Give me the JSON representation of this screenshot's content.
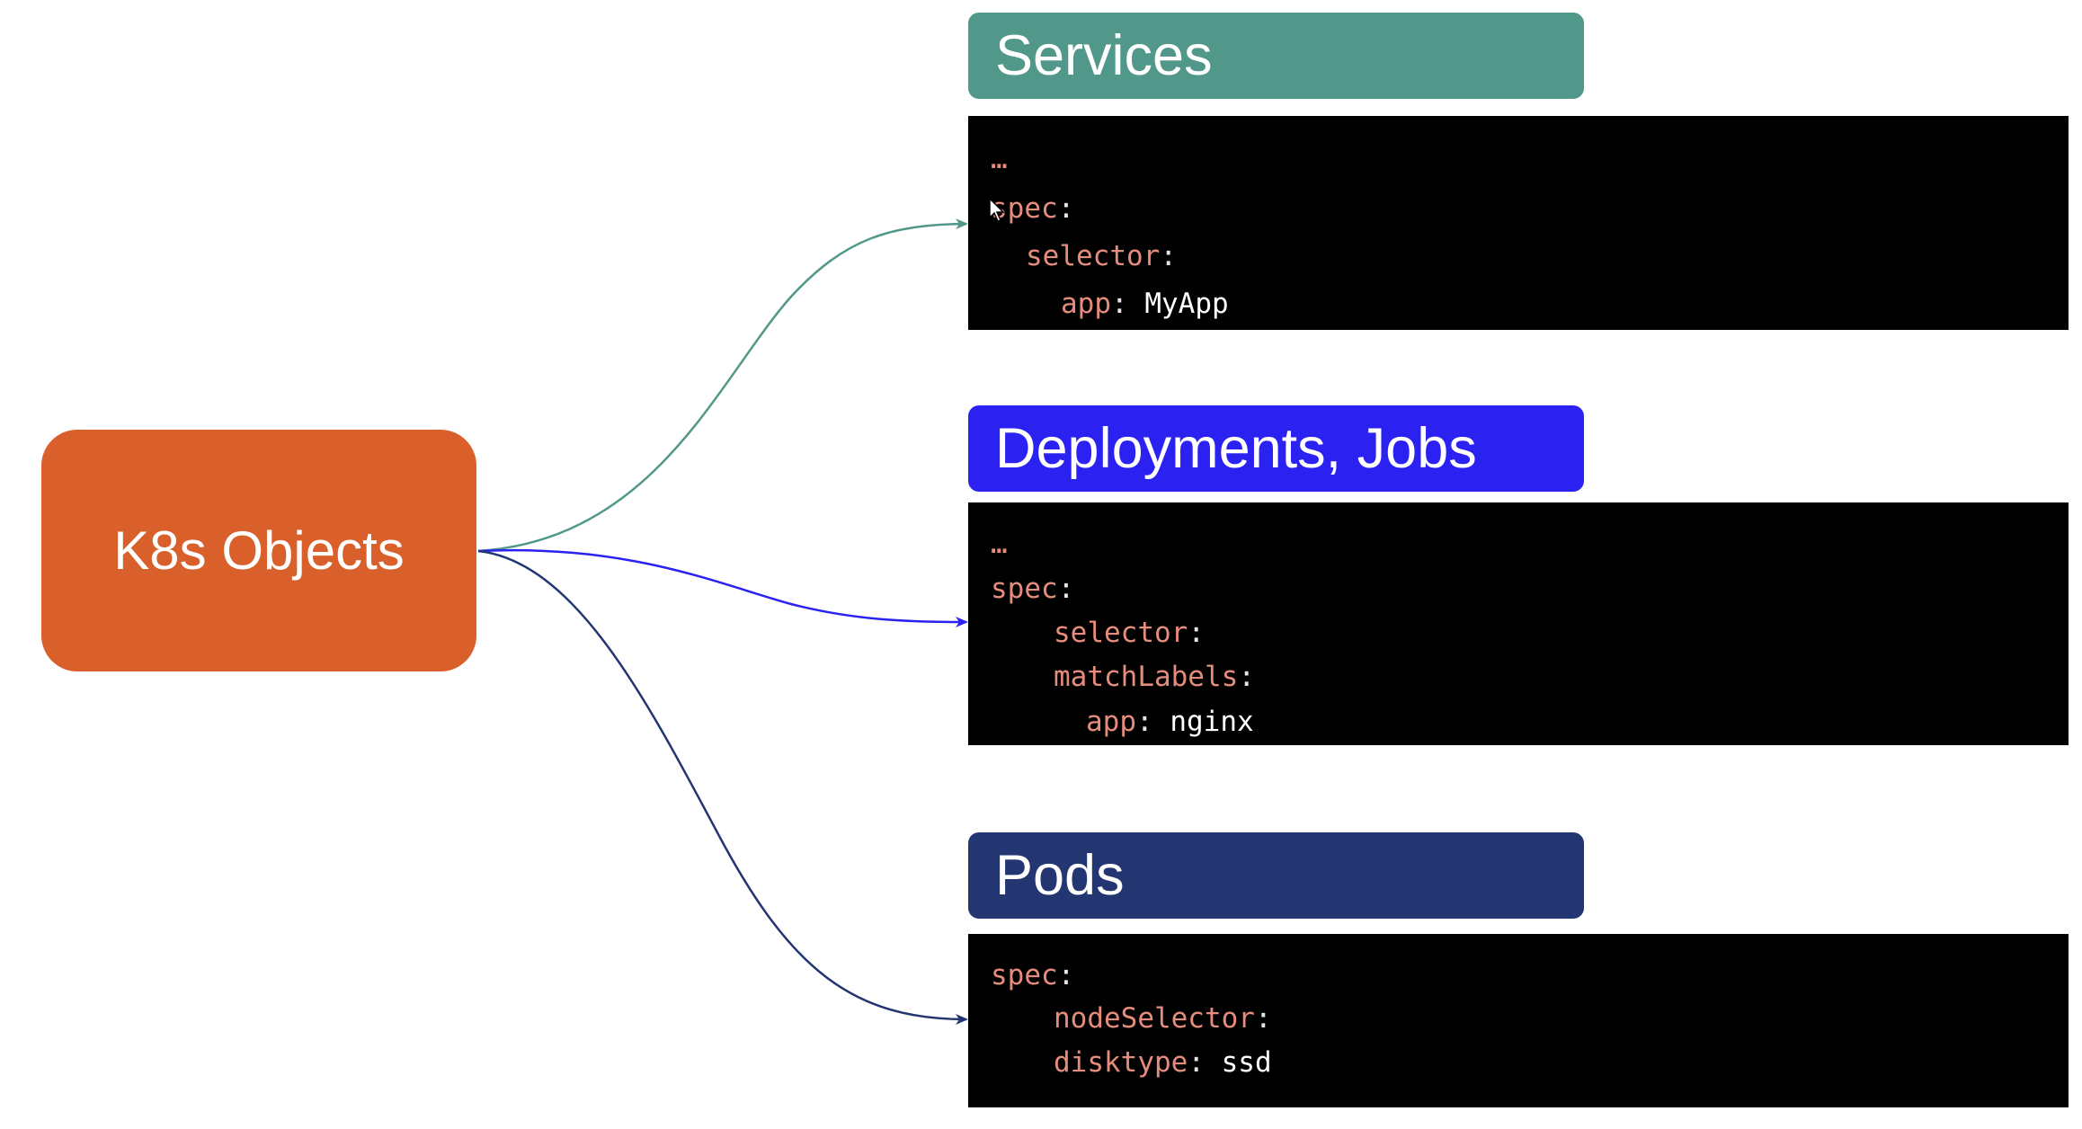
{
  "root": {
    "label": "K8s Objects",
    "color": "#d95f2b"
  },
  "sections": [
    {
      "title": "Services",
      "color": "#52988a",
      "code": [
        {
          "key": "…",
          "sep": "",
          "value": ""
        },
        {
          "key": "spec",
          "sep": ":",
          "value": ""
        },
        {
          "key": "selector",
          "sep": ":",
          "value": ""
        },
        {
          "key": "app",
          "sep": ":",
          "value": " MyApp"
        }
      ]
    },
    {
      "title": "Deployments, Jobs",
      "color": "#2b22f2",
      "code": [
        {
          "key": "…",
          "sep": "",
          "value": ""
        },
        {
          "key": "spec",
          "sep": ":",
          "value": ""
        },
        {
          "key": "selector",
          "sep": ":",
          "value": ""
        },
        {
          "key": "matchLabels",
          "sep": ":",
          "value": ""
        },
        {
          "key": "app",
          "sep": ":",
          "value": " nginx"
        }
      ]
    },
    {
      "title": "Pods",
      "color": "#233672",
      "code": [
        {
          "key": "spec",
          "sep": ":",
          "value": ""
        },
        {
          "key": "nodeSelector",
          "sep": ":",
          "value": ""
        },
        {
          "key": "disktype",
          "sep": ":",
          "value": " ssd"
        }
      ]
    }
  ],
  "icons": {
    "cursor": "mouse-pointer-icon"
  }
}
